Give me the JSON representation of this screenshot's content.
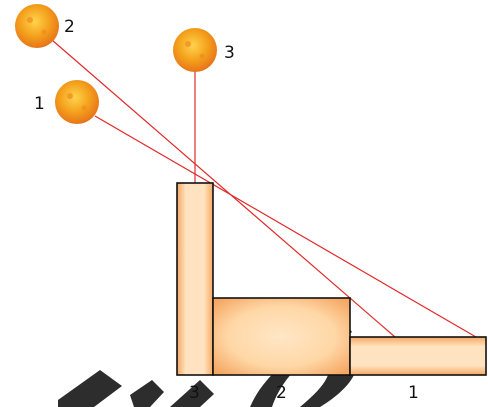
{
  "suns": [
    {
      "label": "1"
    },
    {
      "label": "2"
    },
    {
      "label": "3"
    }
  ],
  "blocks": [
    {
      "label": "3"
    },
    {
      "label": "2"
    },
    {
      "label": "1"
    }
  ],
  "colors": {
    "sun_core": "#f4a21c",
    "sun_edge": "#e8741a",
    "ray": "#e02a2a",
    "block_fill": "#ffd8a8",
    "block_edge": "#f5a864",
    "outline": "#111111",
    "watermark": "#222222"
  }
}
